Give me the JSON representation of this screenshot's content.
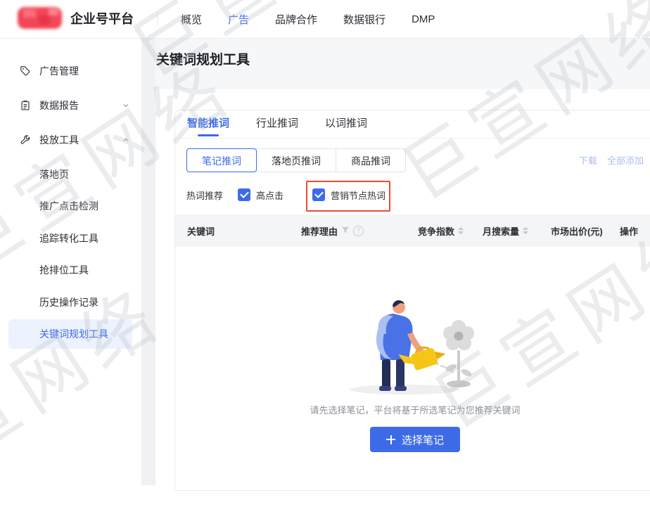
{
  "navbar": {
    "brand": "企业号平台",
    "items": [
      {
        "label": "概览",
        "active": false
      },
      {
        "label": "广告",
        "active": true
      },
      {
        "label": "品牌合作",
        "active": false
      },
      {
        "label": "数据银行",
        "active": false
      },
      {
        "label": "DMP",
        "active": false
      }
    ]
  },
  "sidebar": {
    "items": [
      {
        "label": "广告管理",
        "icon": "tag-icon"
      },
      {
        "label": "数据报告",
        "icon": "report-icon",
        "chevron": "down"
      },
      {
        "label": "投放工具",
        "icon": "wrench-icon",
        "chevron": "up"
      }
    ],
    "subitems": [
      "落地页",
      "推广点击检测",
      "追踪转化工具",
      "抢排位工具",
      "历史操作记录",
      "关键词规划工具"
    ],
    "active_subitem": "关键词规划工具"
  },
  "page": {
    "title": "关键词规划工具"
  },
  "main": {
    "tabs": [
      "智能推词",
      "行业推词",
      "以词推词"
    ],
    "active_tab": "智能推词",
    "subtabs": [
      "笔记推词",
      "落地页推词",
      "商品推词"
    ],
    "active_subtab": "笔记推词",
    "actions": {
      "download": "下载",
      "add_all": "全部添加"
    },
    "filter": {
      "label": "热词推荐",
      "options": [
        {
          "label": "高点击",
          "checked": true
        },
        {
          "label": "营销节点热词",
          "checked": true,
          "annotated": true
        }
      ]
    },
    "table": {
      "columns": [
        {
          "label": "关键词"
        },
        {
          "label": "推荐理由",
          "icons": [
            "filter",
            "help"
          ]
        },
        {
          "label": "竞争指数",
          "sortable": true
        },
        {
          "label": "月搜索量",
          "sortable": true
        },
        {
          "label": "市场出价(元)"
        },
        {
          "label": "操作"
        }
      ]
    },
    "empty": {
      "message": "请先选择笔记，平台将基于所选笔记为您推荐关键词",
      "button_label": "选择笔记"
    }
  },
  "watermark": {
    "text": "巨宣网络"
  },
  "colors": {
    "primary": "#3D6BE8",
    "annotation_red": "#EE4A30",
    "logo_red": "#F34656",
    "disabled_link": "#AFBDF2",
    "sidebar_active_bg": "#ECF2FE",
    "table_header_bg": "#F4F5F7"
  }
}
